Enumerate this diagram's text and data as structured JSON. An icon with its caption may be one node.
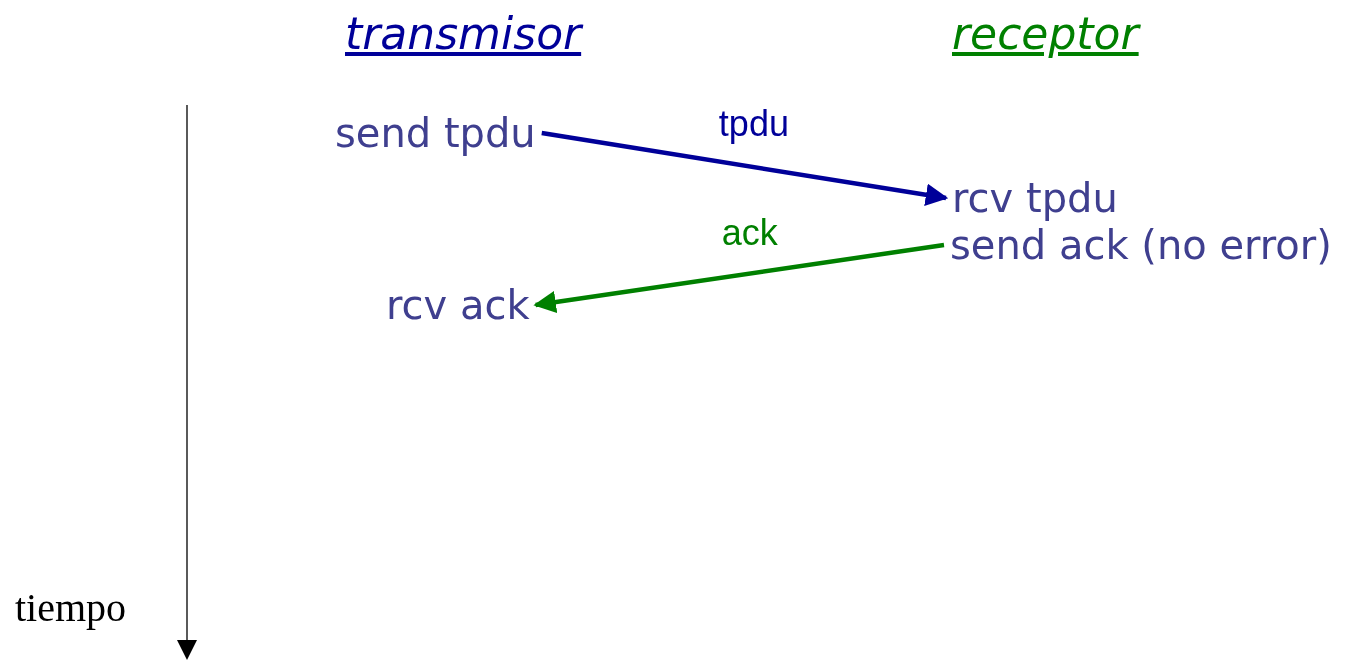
{
  "diagram": {
    "nodes": [
      {
        "text": [
          "send tpdu"
        ]
      },
      {
        "text": [
          "rcv tpdu"
        ]
      },
      {
        "text": [
          "send ack (no error)"
        ]
      },
      {
        "text": [
          "rcv ack"
        ]
      }
    ],
    "edges": [
      {
        "from": 0,
        "to": 1,
        "arrow": "to",
        "label": "tpdu",
        "color": "#000099"
      },
      {
        "from": 2,
        "to": 3,
        "arrow": "to",
        "label": "ack",
        "color": "#008000"
      }
    ],
    "labels": [
      "transmisor",
      "receptor",
      "tiempo"
    ]
  }
}
